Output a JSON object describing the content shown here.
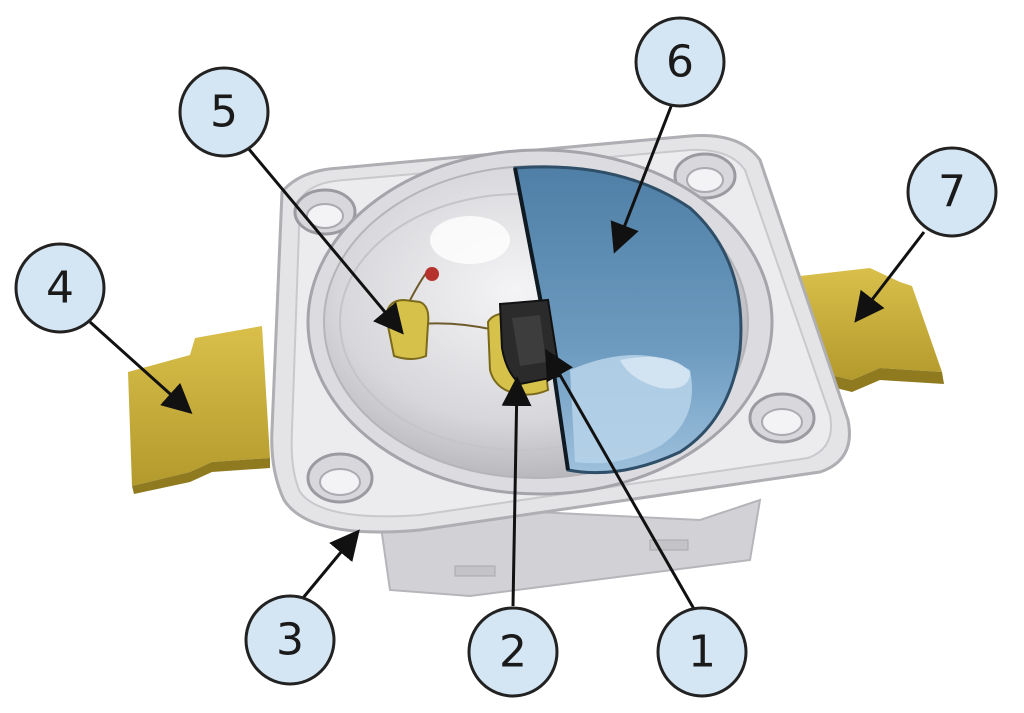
{
  "colors": {
    "callout_fill": "#d4e6f3",
    "callout_stroke": "#222222",
    "housing": "#e3e3e5",
    "housing_shadow": "#b9b9bd",
    "terminal": "#c8ad3a",
    "terminal_shadow": "#8f7a1f",
    "lens_dark": "#5a8bb0",
    "lens_light": "#a9c8e0",
    "chip": "#2b2b2b",
    "solder": "#d4c24a"
  },
  "callouts": [
    {
      "label": "1",
      "part": "chip"
    },
    {
      "label": "2",
      "part": "chip-mount"
    },
    {
      "label": "3",
      "part": "housing"
    },
    {
      "label": "4",
      "part": "left-terminal"
    },
    {
      "label": "5",
      "part": "bond-pad"
    },
    {
      "label": "6",
      "part": "lens"
    },
    {
      "label": "7",
      "part": "right-terminal"
    }
  ]
}
